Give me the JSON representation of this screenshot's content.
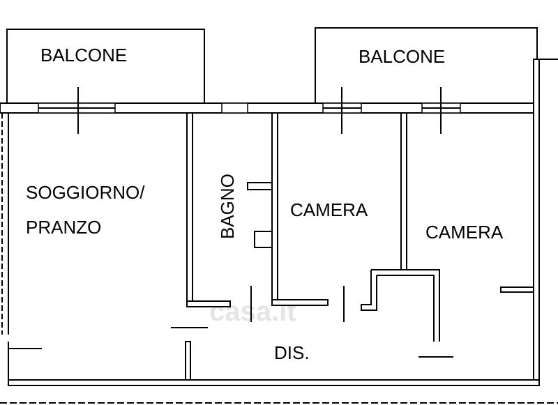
{
  "rooms": {
    "balcone_left": "BALCONE",
    "balcone_right": "BALCONE",
    "soggiorno_line1": "SOGGIORNO/",
    "soggiorno_line2": "PRANZO",
    "bagno": "BAGNO",
    "camera_1": "CAMERA",
    "camera_2": "CAMERA",
    "disimpegno": "DIS."
  },
  "watermark": "casa.it"
}
